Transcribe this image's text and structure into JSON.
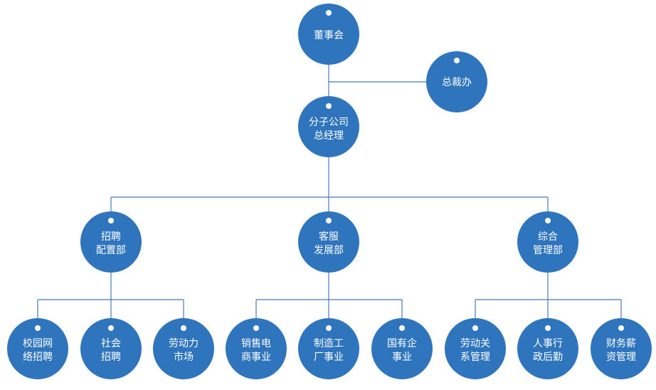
{
  "colors": {
    "node_fill": "#2f75bd",
    "connector": "#4a7bb7",
    "dot": "#ffffff",
    "label": "#ffffff"
  },
  "nodes": [
    {
      "id": "board",
      "lines": [
        "董事会"
      ]
    },
    {
      "id": "president-office",
      "lines": [
        "总裁办"
      ]
    },
    {
      "id": "gm",
      "lines": [
        "分子公司",
        "总经理"
      ]
    },
    {
      "id": "recruit-dept",
      "lines": [
        "招聘",
        "配置部"
      ]
    },
    {
      "id": "service-dept",
      "lines": [
        "客服",
        "发展部"
      ]
    },
    {
      "id": "admin-dept",
      "lines": [
        "综合",
        "管理部"
      ]
    },
    {
      "id": "campus",
      "lines": [
        "校园网",
        "络招聘"
      ]
    },
    {
      "id": "social",
      "lines": [
        "社会",
        "招聘"
      ]
    },
    {
      "id": "labor-market",
      "lines": [
        "劳动力",
        "市场"
      ]
    },
    {
      "id": "ecommerce",
      "lines": [
        "销售电",
        "商事业"
      ]
    },
    {
      "id": "manufacturing",
      "lines": [
        "制造工",
        "厂事业"
      ]
    },
    {
      "id": "soe",
      "lines": [
        "国有企",
        "事业"
      ]
    },
    {
      "id": "labor-relations",
      "lines": [
        "劳动关",
        "系管理"
      ]
    },
    {
      "id": "hr-logistics",
      "lines": [
        "人事行",
        "政后勤"
      ]
    },
    {
      "id": "finance",
      "lines": [
        "财务薪",
        "资管理"
      ]
    }
  ]
}
